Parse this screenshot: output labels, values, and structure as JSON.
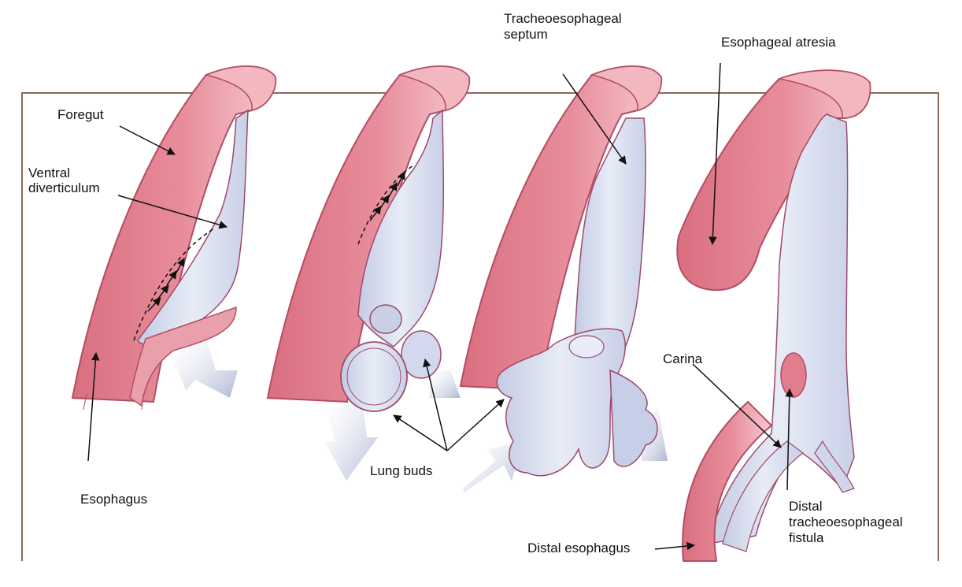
{
  "labels": {
    "foregut": "Foregut",
    "ventral_diverticulum_1": "Ventral",
    "ventral_diverticulum_2": "diverticulum",
    "esophagus": "Esophagus",
    "lung_buds": "Lung buds",
    "tracheoesophageal_septum_1": "Tracheoesophageal",
    "tracheoesophageal_septum_2": "septum",
    "esophageal_atresia": "Esophageal atresia",
    "carina": "Carina",
    "distal_esophagus": "Distal esophagus",
    "distal_fistula_1": "Distal",
    "distal_fistula_2": "tracheoesophageal",
    "distal_fistula_3": "fistula"
  },
  "colors": {
    "esophagus_fill": "#e68896",
    "esophagus_outline": "#b24d63",
    "trachea_fill": "#d9dff0",
    "trachea_outline": "#9d4a6c",
    "arrow_fill": "#c3c9e0",
    "frame": "#8a6a5c",
    "text": "#111111"
  },
  "icons": [
    "growth-arrow-icon",
    "fold-arrow-icon"
  ]
}
